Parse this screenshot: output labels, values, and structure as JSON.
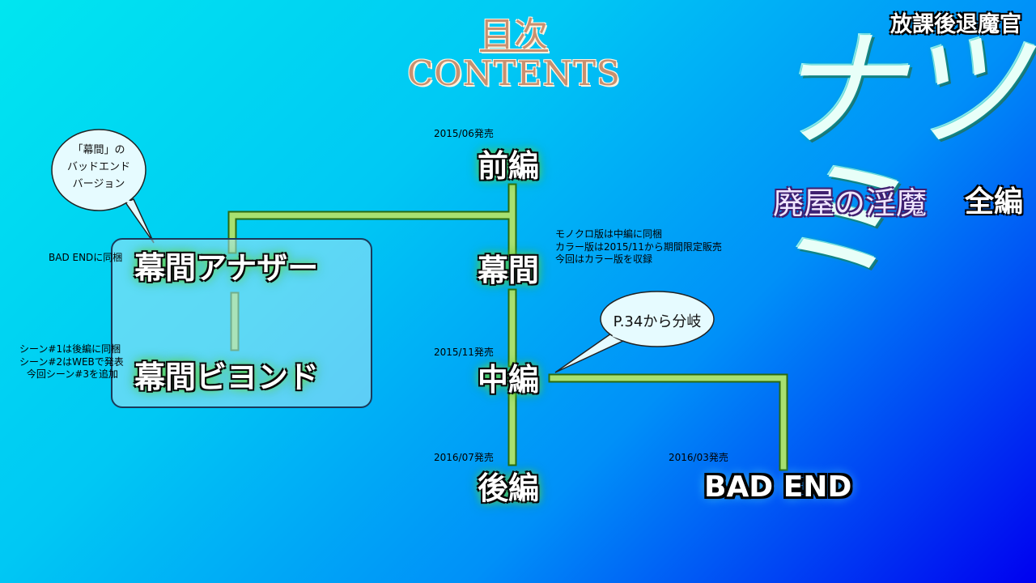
{
  "header": {
    "toc_jp": "目次",
    "toc_en": "CONTENTS",
    "series": "放課後退魔官",
    "logo": "ナツミ",
    "subtitle": "廃屋の淫魔",
    "complete": "全編"
  },
  "nodes": {
    "zenpen": "前編",
    "makuai": "幕間",
    "chuhen": "中編",
    "kohen": "後編",
    "bad_end": "BAD END",
    "makuai_another": "幕間アナザー",
    "makuai_beyond": "幕間ビヨンド"
  },
  "dates": {
    "zenpen": "2015/06発売",
    "chuhen": "2015/11発売",
    "kohen": "2016/07発売",
    "bad_end": "2016/03発売"
  },
  "notes": {
    "makuai": [
      "モノクロ版は中編に同梱",
      "カラー版は2015/11から期間限定販売",
      "今回はカラー版を収録"
    ],
    "another": "BAD ENDに同梱",
    "beyond": [
      "シーン#1は後編に同梱",
      "シーン#2はWEBで発表",
      "今回シーン#3を追加"
    ]
  },
  "bubbles": {
    "bad_end_version": [
      "「幕間」の",
      "バッドエンド",
      "バージョン"
    ],
    "branch": "P.34から分岐"
  },
  "colors": {
    "connector": "#a8e070",
    "connector_outline": "#2a6a10",
    "title": "#c89070"
  }
}
